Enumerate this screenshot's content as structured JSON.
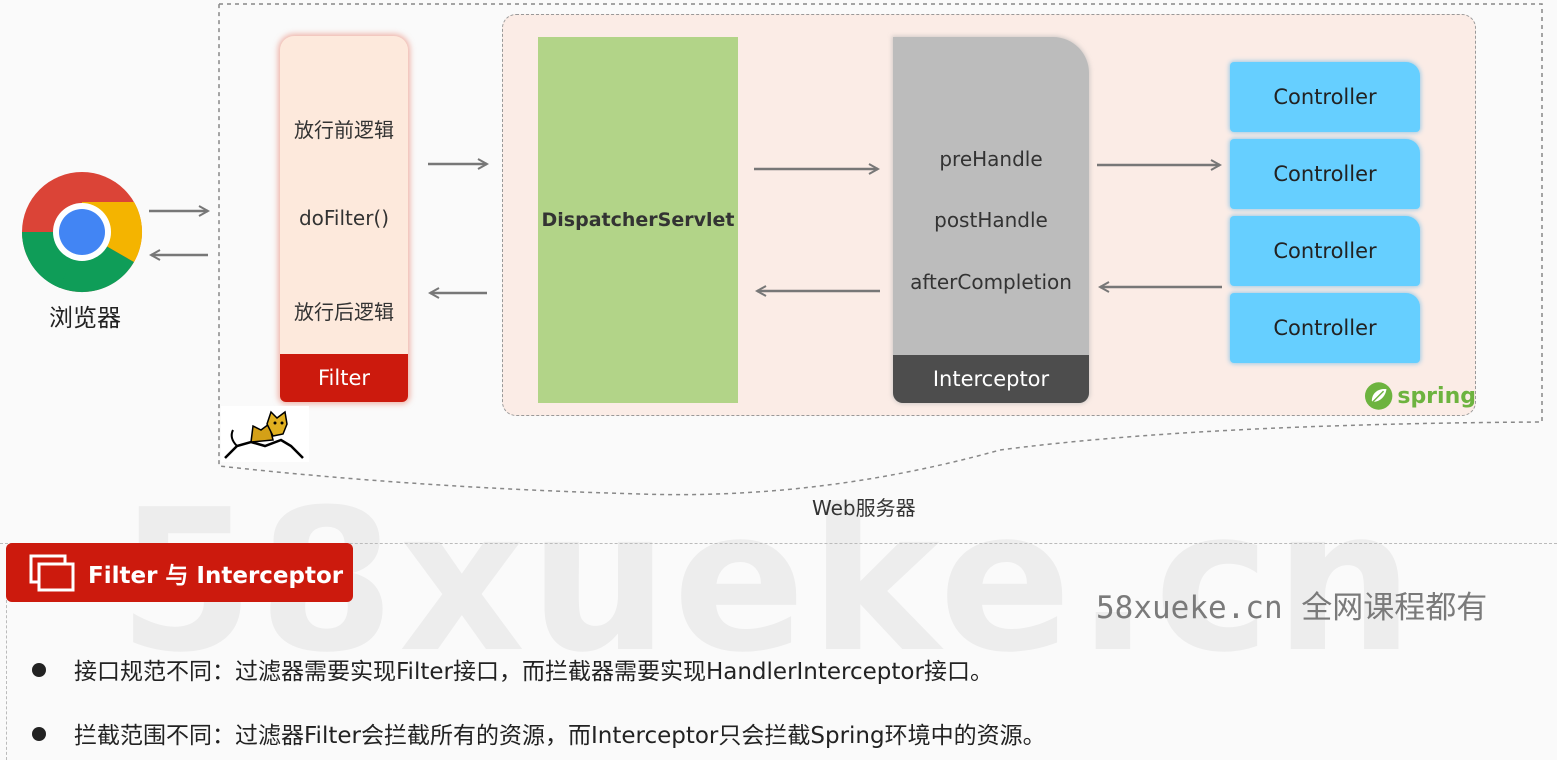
{
  "browser": {
    "label": "浏览器",
    "icon": "chrome-icon"
  },
  "filter": {
    "lines": [
      "放行前逻辑",
      "doFilter()",
      "放行后逻辑"
    ],
    "footer": "Filter",
    "footer_color": "#cc1a0d",
    "body_color": "#fde9dc"
  },
  "dispatcher": {
    "label": "DispatcherServlet",
    "color": "#b2d488"
  },
  "interceptor": {
    "lines": [
      "preHandle",
      "postHandle",
      "afterCompletion"
    ],
    "footer": "Interceptor",
    "footer_color": "#4d4d4d",
    "body_color": "#bcbcbc"
  },
  "controllers": [
    "Controller",
    "Controller",
    "Controller",
    "Controller"
  ],
  "controller_color": "#66cfff",
  "spring": {
    "label": "spring",
    "color": "#6db33f"
  },
  "tomcat": {
    "icon": "tomcat-icon"
  },
  "webserver": {
    "label": "Web服务器"
  },
  "watermark": {
    "big": "58xueke.cn",
    "text": "58xueke.cn 全网课程都有"
  },
  "section": {
    "title": "Filter 与 Interceptor",
    "bullets": [
      "接口规范不同：过滤器需要实现Filter接口，而拦截器需要实现HandlerInterceptor接口。",
      "拦截范围不同：过滤器Filter会拦截所有的资源，而Interceptor只会拦截Spring环境中的资源。"
    ]
  }
}
